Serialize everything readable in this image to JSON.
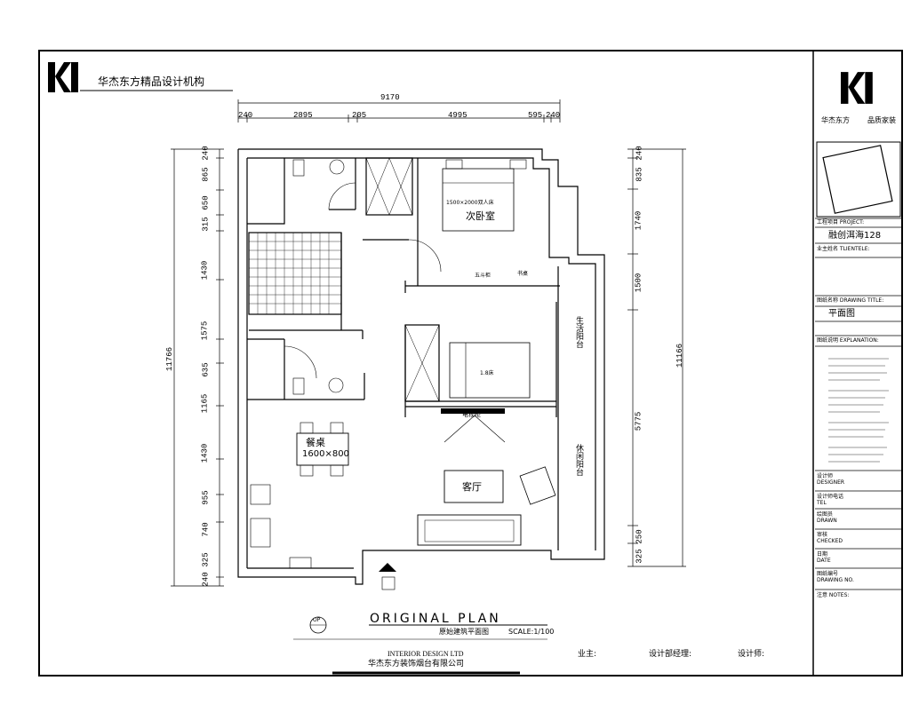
{
  "header": {
    "brand_name": "华杰东方精品设计机构"
  },
  "dimensions": {
    "top_total": "9170",
    "top_segments": [
      "240",
      "2895",
      "205",
      "4995",
      "595",
      "240"
    ],
    "left_total": "11766",
    "left_segments": [
      "240",
      "865",
      "650",
      "315",
      "1430",
      "1575",
      "635",
      "1165",
      "1430",
      "955",
      "740",
      "325",
      "240"
    ],
    "right_total": "11166",
    "right_segments": [
      "240",
      "835",
      "1740",
      "1500",
      "5775",
      "250",
      "325"
    ]
  },
  "rooms": {
    "secondary_bedroom": "次卧室",
    "bed_secondary": "1500×2000双人床",
    "wardrobe_small": "五斗柜",
    "desk": "书桌",
    "bed_master": "1.8床",
    "living_room": "客厅",
    "dining_table": "餐桌",
    "dining_size": "1600×800",
    "life_balcony": "生活阳台",
    "leisure_balcony": "休闲阳台",
    "tv_label": "电视柜"
  },
  "footer": {
    "plan_id": "OP",
    "plan_title": "ORIGINAL PLAN",
    "plan_subtitle": "原始建筑平面图",
    "scale": "SCALE:1/100",
    "company_en": "INTERIOR DESIGN LTD",
    "company_cn": "华杰东方装饰烟台有限公司",
    "owner": "业主:",
    "dept_manager": "设计部经理:",
    "designer": "设计师:"
  },
  "title_block": {
    "brand_left": "华杰东方",
    "brand_right": "品质家装",
    "project_label": "工程项目 PROJECT:",
    "project_value": "融创洱海128",
    "client_label": "业主姓名 TLIENTELE:",
    "drawing_label": "图纸名称 DRAWING TITLE:",
    "drawing_value": "平面图",
    "notes_label": "图纸说明 EXPLANATION:",
    "designer_label": "设计师\nDESIGNER",
    "tel_label": "设计师电话\nTEL",
    "drawn_label": "绘图员\nDRAWN",
    "checked_label": "审核\nCHECKED",
    "date_label": "日期\nDATE",
    "drawing_no_label": "图纸编号\nDRAWING NO.",
    "remarks_label": "注意 NOTES:"
  }
}
